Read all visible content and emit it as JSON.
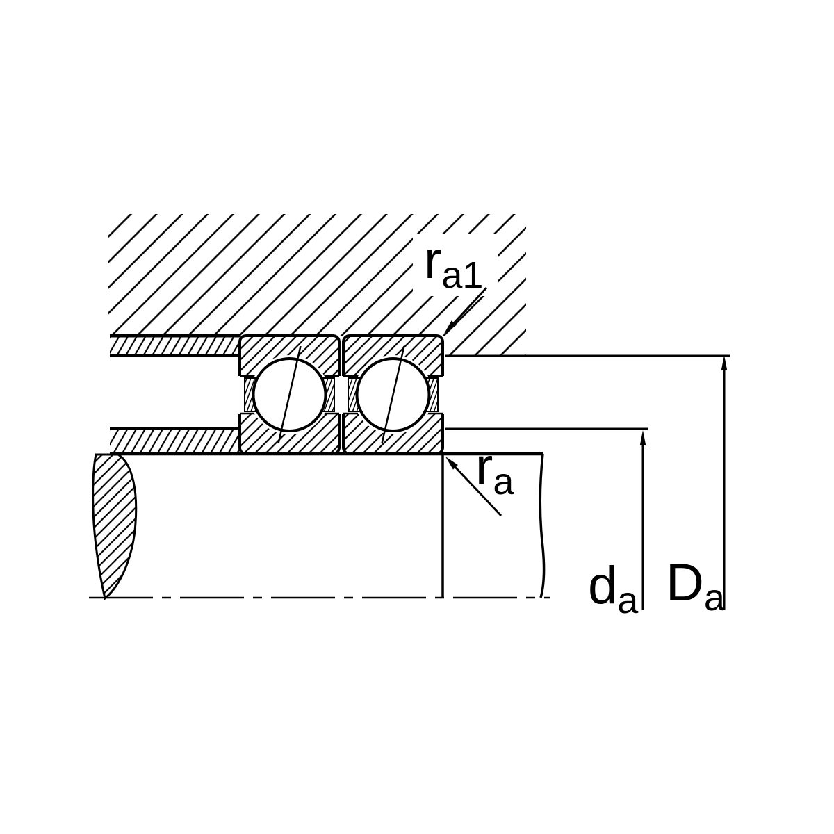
{
  "figure": {
    "type": "technical-diagram",
    "background_color": "#ffffff",
    "line_color": "#000000",
    "labels": {
      "fillet_housing": {
        "symbol": "r",
        "subscript": "a1"
      },
      "fillet_shaft": {
        "symbol": "r",
        "subscript": "a"
      },
      "shaft_abutment_diameter": {
        "symbol": "d",
        "subscript": "a"
      },
      "housing_abutment_diameter": {
        "symbol": "D",
        "subscript": "a"
      }
    }
  }
}
